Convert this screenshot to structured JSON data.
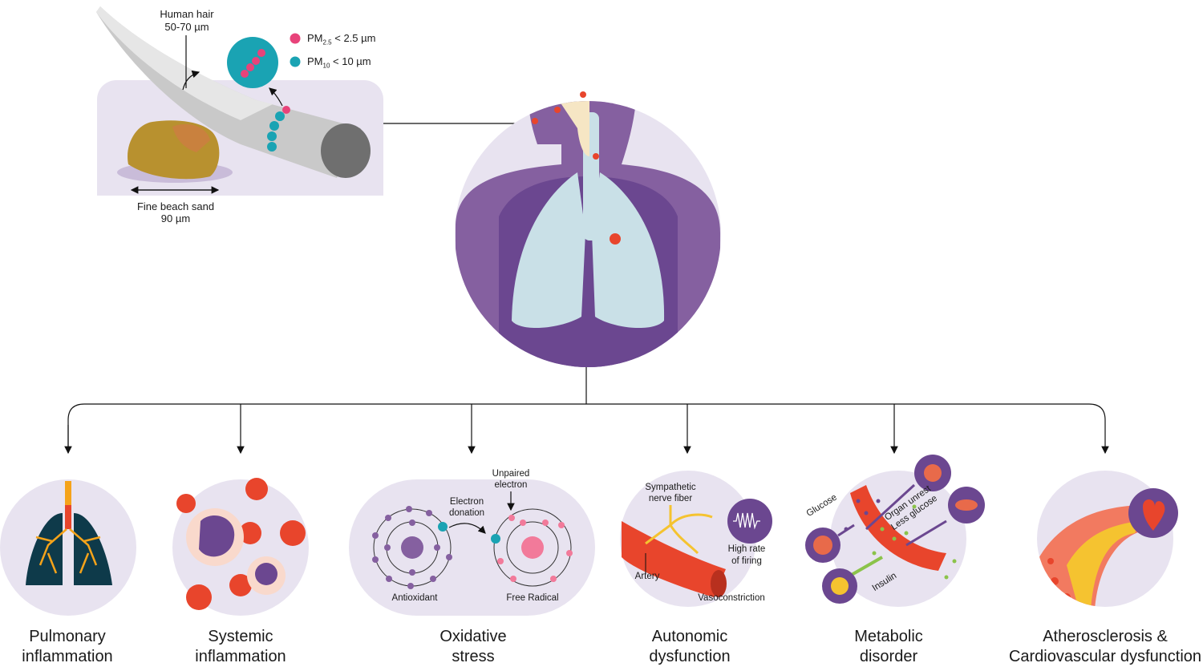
{
  "particles": {
    "hair_label": "Human hair",
    "hair_size": "50-70 µm",
    "sand_label": "Fine beach sand",
    "sand_size": "90 µm",
    "pm25": {
      "name": "PM",
      "sub": "2.5",
      "size": "< 2.5 µm",
      "color": "#e8437a"
    },
    "pm10": {
      "name": "PM",
      "sub": "10",
      "size": "< 10 µm",
      "color": "#1aa3b3"
    }
  },
  "outcomes": [
    {
      "line1": "Pulmonary",
      "line2": "inflammation"
    },
    {
      "line1": "Systemic",
      "line2": "inflammation"
    },
    {
      "line1": "Oxidative",
      "line2": "stress"
    },
    {
      "line1": "Autonomic",
      "line2": "dysfunction"
    },
    {
      "line1": "Metabolic",
      "line2": "disorder"
    },
    {
      "line1": "Atherosclerosis &",
      "line2": "Cardiovascular dysfunction"
    }
  ],
  "oxidative": {
    "unpaired_1": "Unpaired",
    "unpaired_2": "electron",
    "donation_1": "Electron",
    "donation_2": "donation",
    "antioxidant": "Antioxidant",
    "free_radical": "Free Radical"
  },
  "autonomic": {
    "nerve_1": "Sympathetic",
    "nerve_2": "nerve fiber",
    "firing_1": "High rate",
    "firing_2": "of firing",
    "artery": "Artery",
    "vasoconstriction": "Vasoconstriction"
  },
  "metabolic": {
    "glucose": "Glucose",
    "organ_unrest": "Organ unrest",
    "less_glucose": "Less glucose",
    "insulin": "Insulin"
  },
  "colors": {
    "purple": "#8560a0",
    "dark_purple": "#6b4790",
    "lavender": "#e8e3f0",
    "red": "#e8452c"
  }
}
